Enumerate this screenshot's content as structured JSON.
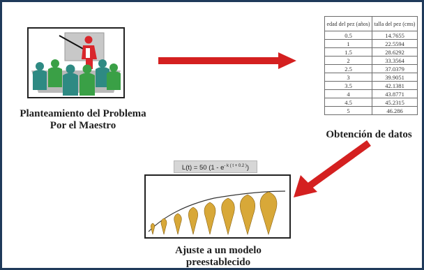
{
  "teacher_caption": {
    "line1": "Planteamiento del Problema",
    "line2": "Por el Maestro"
  },
  "data_caption": "Obtención de datos",
  "model_caption": {
    "line1": "Ajuste a un modelo",
    "line2": "preestablecido"
  },
  "formula": {
    "main": "L(t) = 50 (1 - e",
    "exponent": "- k ( t + 0.2 )",
    "close": ")"
  },
  "table": {
    "headers": [
      "edad del pez (años)",
      "talla del pez (cms)"
    ],
    "rows": [
      [
        "0.5",
        "14.7655"
      ],
      [
        "1",
        "22.5594"
      ],
      [
        "1.5",
        "28.6292"
      ],
      [
        "2",
        "33.3564"
      ],
      [
        "2.5",
        "37.0379"
      ],
      [
        "3",
        "39.9051"
      ],
      [
        "3.5",
        "42.1381"
      ],
      [
        "4",
        "43.8771"
      ],
      [
        "4.5",
        "45.2315"
      ],
      [
        "5",
        "46.286"
      ]
    ]
  },
  "colors": {
    "arrow": "#d42020",
    "frame": "#1f3a5a",
    "teacher_shirt": "#d9262b",
    "audience_teal": "#2e8a83",
    "audience_green": "#3aa046"
  },
  "icons": [
    "classroom-illustration",
    "fish-growth-illustration",
    "arrow-right-icon",
    "arrow-down-left-icon"
  ]
}
